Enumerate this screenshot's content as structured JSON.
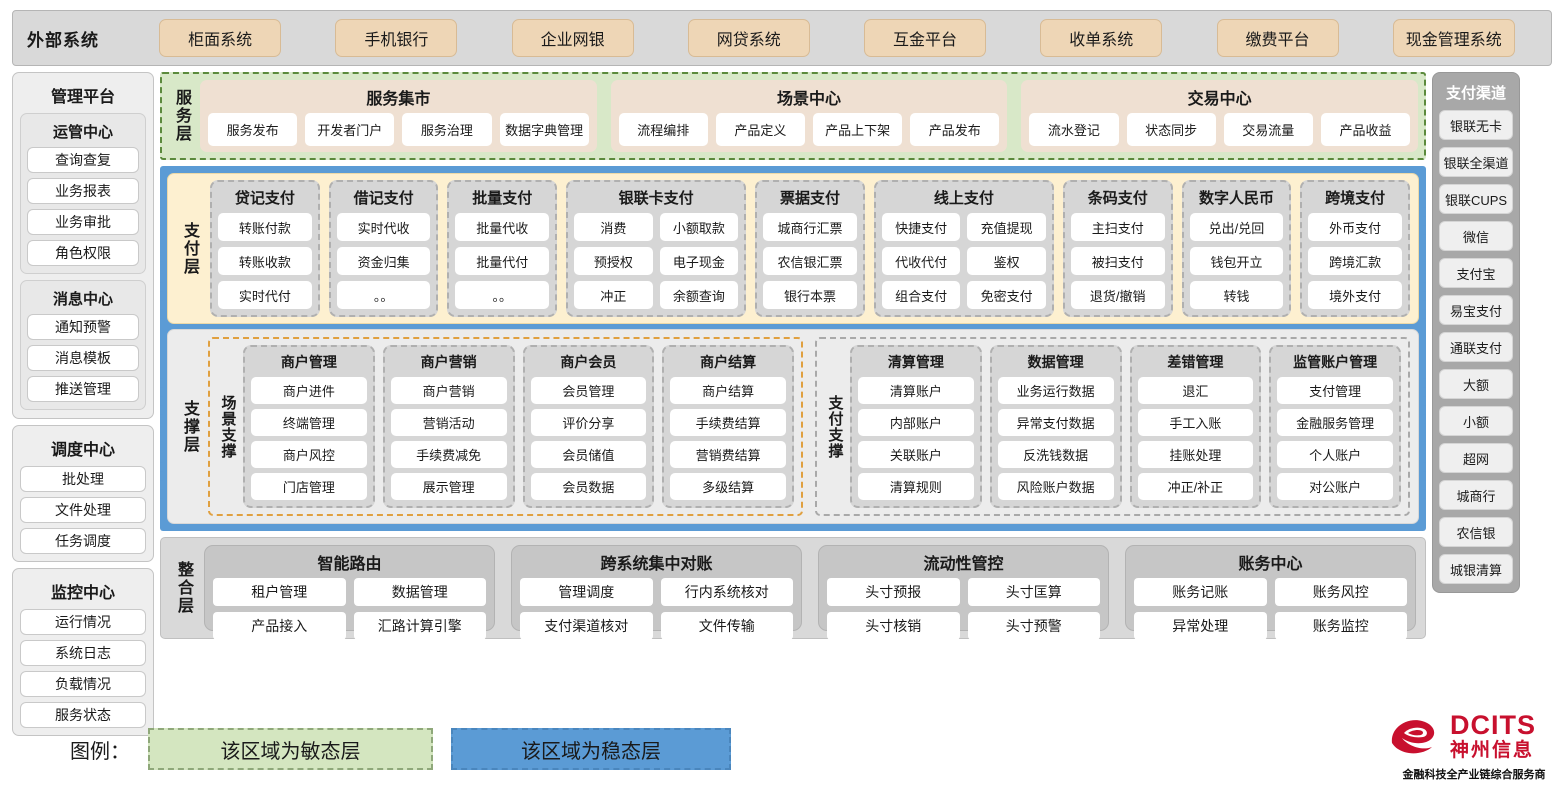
{
  "external": {
    "title": "外部系统",
    "items": [
      "柜面系统",
      "手机银行",
      "企业网银",
      "网贷系统",
      "互金平台",
      "收单系统",
      "缴费平台",
      "现金管理系统"
    ]
  },
  "left_sidebar": {
    "title": "管理平台",
    "groups": [
      {
        "title": "运管中心",
        "items": [
          "查询查复",
          "业务报表",
          "业务审批",
          "角色权限"
        ]
      },
      {
        "title": "消息中心",
        "items": [
          "通知预警",
          "消息模板",
          "推送管理"
        ]
      }
    ],
    "standalone": [
      {
        "title": "调度中心",
        "items": [
          "批处理",
          "文件处理",
          "任务调度"
        ]
      },
      {
        "title": "监控中心",
        "items": [
          "运行情况",
          "系统日志",
          "负载情况",
          "服务状态"
        ]
      }
    ]
  },
  "right_sidebar": {
    "title": "支付渠道",
    "items": [
      "银联无卡",
      "银联全渠道",
      "银联CUPS",
      "微信",
      "支付宝",
      "易宝支付",
      "通联支付",
      "大额",
      "小额",
      "超网",
      "城商行",
      "农信银",
      "城银清算"
    ]
  },
  "service_layer": {
    "label": "服务层",
    "groups": [
      {
        "title": "服务集市",
        "items": [
          "服务发布",
          "开发者门户",
          "服务治理",
          "数据字典管理"
        ]
      },
      {
        "title": "场景中心",
        "items": [
          "流程编排",
          "产品定义",
          "产品上下架",
          "产品发布"
        ]
      },
      {
        "title": "交易中心",
        "items": [
          "流水登记",
          "状态同步",
          "交易流量",
          "产品收益"
        ]
      }
    ]
  },
  "payment_layer": {
    "label": "支付层",
    "groups": [
      {
        "title": "贷记支付",
        "cols": 1,
        "items": [
          "转账付款",
          "转账收款",
          "实时代付"
        ]
      },
      {
        "title": "借记支付",
        "cols": 1,
        "items": [
          "实时代收",
          "资金归集",
          "。。"
        ]
      },
      {
        "title": "批量支付",
        "cols": 1,
        "items": [
          "批量代收",
          "批量代付",
          "。。"
        ]
      },
      {
        "title": "银联卡支付",
        "cols": 2,
        "items": [
          "消费",
          "小额取款",
          "预授权",
          "电子现金",
          "冲正",
          "余额查询"
        ]
      },
      {
        "title": "票据支付",
        "cols": 1,
        "items": [
          "城商行汇票",
          "农信银汇票",
          "银行本票"
        ]
      },
      {
        "title": "线上支付",
        "cols": 2,
        "items": [
          "快捷支付",
          "充值提现",
          "代收代付",
          "鉴权",
          "组合支付",
          "免密支付"
        ]
      },
      {
        "title": "条码支付",
        "cols": 1,
        "items": [
          "主扫支付",
          "被扫支付",
          "退货/撤销"
        ]
      },
      {
        "title": "数字人民币",
        "cols": 1,
        "items": [
          "兑出/兑回",
          "钱包开立",
          "转钱"
        ]
      },
      {
        "title": "跨境支付",
        "cols": 1,
        "items": [
          "外币支付",
          "跨境汇款",
          "境外支付"
        ]
      }
    ]
  },
  "support_layer": {
    "label": "支撑层",
    "zones": [
      {
        "label": "场景支撑",
        "style": "scene",
        "groups": [
          {
            "title": "商户管理",
            "items": [
              "商户进件",
              "终端管理",
              "商户风控",
              "门店管理"
            ]
          },
          {
            "title": "商户营销",
            "items": [
              "商户营销",
              "营销活动",
              "手续费减免",
              "展示管理"
            ]
          },
          {
            "title": "商户会员",
            "items": [
              "会员管理",
              "评价分享",
              "会员储值",
              "会员数据"
            ]
          },
          {
            "title": "商户结算",
            "items": [
              "商户结算",
              "手续费结算",
              "营销费结算",
              "多级结算"
            ]
          }
        ]
      },
      {
        "label": "支付支撑",
        "style": "paysup",
        "groups": [
          {
            "title": "清算管理",
            "items": [
              "清算账户",
              "内部账户",
              "关联账户",
              "清算规则"
            ]
          },
          {
            "title": "数据管理",
            "items": [
              "业务运行数据",
              "异常支付数据",
              "反洗钱数据",
              "风险账户数据"
            ]
          },
          {
            "title": "差错管理",
            "items": [
              "退汇",
              "手工入账",
              "挂账处理",
              "冲正/补正"
            ]
          },
          {
            "title": "监管账户管理",
            "items": [
              "支付管理",
              "金融服务管理",
              "个人账户",
              "对公账户"
            ]
          }
        ]
      }
    ]
  },
  "integration_layer": {
    "label": "整合层",
    "groups": [
      {
        "title": "智能路由",
        "items": [
          "租户管理",
          "数据管理",
          "产品接入",
          "汇路计算引擎"
        ]
      },
      {
        "title": "跨系统集中对账",
        "items": [
          "管理调度",
          "行内系统核对",
          "支付渠道核对",
          "文件传输"
        ]
      },
      {
        "title": "流动性管控",
        "items": [
          "头寸预报",
          "头寸匡算",
          "头寸核销",
          "头寸预警"
        ]
      },
      {
        "title": "账务中心",
        "items": [
          "账务记账",
          "账务风控",
          "异常处理",
          "账务监控"
        ]
      }
    ]
  },
  "legend": {
    "label": "图例：",
    "agile": "该区域为敏态层",
    "stable": "该区域为稳态层",
    "agile_color": "#d4e6c0",
    "stable_color": "#5b9bd5"
  },
  "logo": {
    "en": "DCITS",
    "cn": "神州信息",
    "tagline": "金融科技全产业链综合服务商",
    "color": "#c8102e"
  }
}
